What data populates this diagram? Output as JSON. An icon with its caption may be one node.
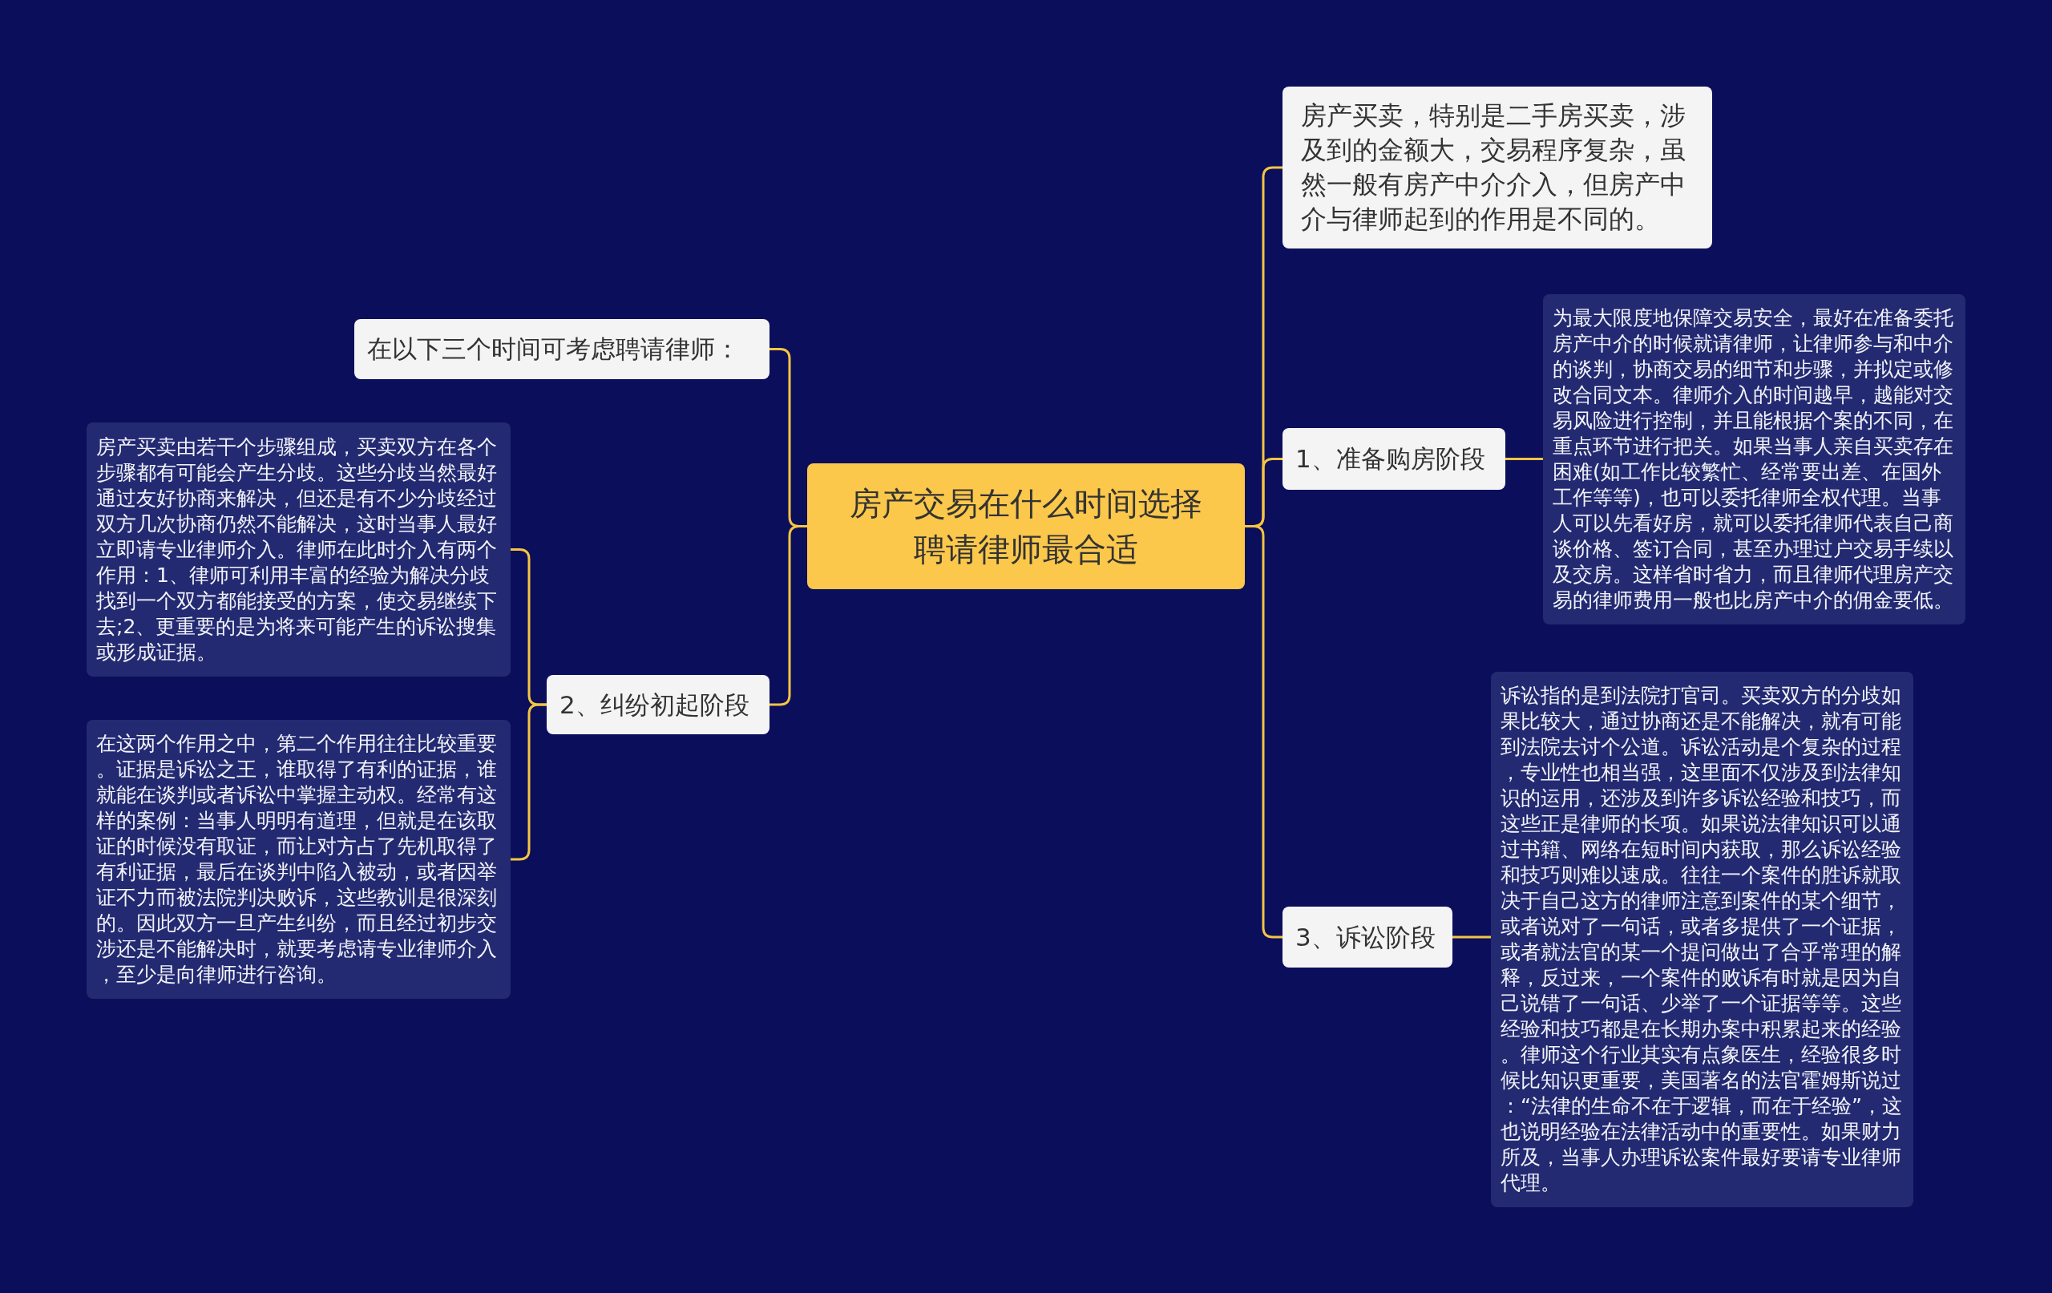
{
  "diagram": {
    "nodes": [
      {
        "text": [
          "房产交易在什么时间选择聘请律师最合适"
        ]
      },
      {
        "text": [
          "在以下三个时间可考虑聘请律师："
        ]
      },
      {
        "text": [
          "2、纠纷初起阶段"
        ]
      },
      {
        "text": [
          "房产买卖由若干个步骤组成，买卖双方在各个步骤都有可能会产生分歧。这些分歧当然最好通过友好协商来解决，但还是有不少分歧经过双方几次协商仍然不能解决，这时当事人最好立即请专业律师介入。律师在此时介入有两个作用：1、律师可利用丰富的经验为解决分歧找到一个双方都能接受的方案，使交易继续下去;2、更重要的是为将来可能产生的诉讼搜集或形成证据。"
        ]
      },
      {
        "text": [
          "在这两个作用之中，第二个作用往往比较重要。证据是诉讼之王，谁取得了有利的证据，谁就能在谈判或者诉讼中掌握主动权。经常有这样的案例：当事人明明有道理，但就是在该取证的时候没有取证，而让对方占了先机取得了有利证据，最后在谈判中陷入被动，或者因举证不力而被法院判决败诉，这些教训是很深刻的。因此双方一旦产生纠纷，而且经过初步交涉还是不能解决时，就要考虑请专业律师介入，至少是向律师进行咨询。"
        ]
      },
      {
        "text": [
          "房产买卖，特别是二手房买卖，涉及到的金额大，交易程序复杂，虽然一般有房产中介介入，但房产中介与律师起到的作用是不同的。"
        ]
      },
      {
        "text": [
          "1、准备购房阶段"
        ]
      },
      {
        "text": [
          "为最大限度地保障交易安全，最好在准备委托房产中介的时候就请律师，让律师参与和中介的谈判，协商交易的细节和步骤，并拟定或修改合同文本。律师介入的时间越早，越能对交易风险进行控制，并且能根据个案的不同，在重点环节进行把关。如果当事人亲自买卖存在困难(如工作比较繁忙、经常要出差、在国外工作等等)，也可以委托律师全权代理。当事人可以先看好房，就可以委托律师代表自己商谈价格、签订合同，甚至办理过户交易手续以及交房。这样省时省力，而且律师代理房产交易的律师费用一般也比房产中介的佣金要低。"
        ]
      },
      {
        "text": [
          "3、诉讼阶段"
        ]
      },
      {
        "text": [
          "诉讼指的是到法院打官司。买卖双方的分歧如果比较大，通过协商还是不能解决，就有可能到法院去讨个公道。诉讼活动是个复杂的过程，专业性也相当强，这里面不仅涉及到法律知识的运用，还涉及到许多诉讼经验和技巧，而这些正是律师的长项。如果说法律知识可以通过书籍、网络在短时间内获取，那么诉讼经验和技巧则难以速成。往往一个案件的胜诉就取决于自己这方的律师注意到案件的某个细节，或者说对了一句话，或者多提供了一个证据，或者就法官的某一个提问做出了合乎常理的解释，反过来，一个案件的败诉有时就是因为自己说错了一句话、少举了一个证据等等。这些经验和技巧都是在长期办案中积累起来的经验。律师这个行业其实有点象医生，经验很多时候比知识更重要，美国著名的法官霍姆斯说过：“法律的生命不在于逻辑，而在于经验”，这也说明经验在法律活动中的重要性。如果财力所及，当事人办理诉讼案件最好要请专业律师代理。"
        ]
      }
    ],
    "edges": [
      {
        "from": 0,
        "to": 1,
        "arrow": "none"
      },
      {
        "from": 0,
        "to": 2,
        "arrow": "none"
      },
      {
        "from": 2,
        "to": 3,
        "arrow": "none"
      },
      {
        "from": 2,
        "to": 4,
        "arrow": "none"
      },
      {
        "from": 0,
        "to": 5,
        "arrow": "none"
      },
      {
        "from": 0,
        "to": 6,
        "arrow": "none"
      },
      {
        "from": 6,
        "to": 7,
        "arrow": "none"
      },
      {
        "from": 0,
        "to": 8,
        "arrow": "none"
      },
      {
        "from": 8,
        "to": 9,
        "arrow": "none"
      }
    ]
  }
}
